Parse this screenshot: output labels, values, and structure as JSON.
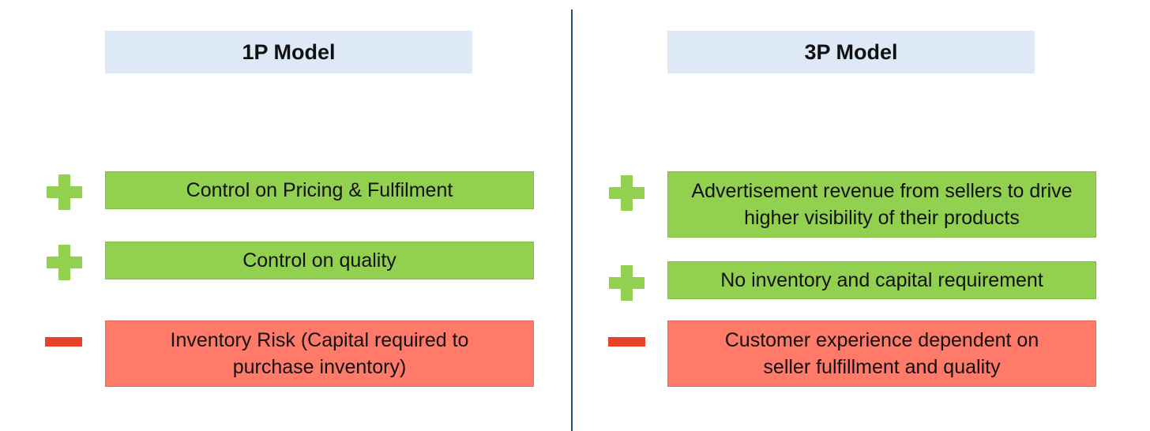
{
  "left": {
    "title": "1P Model",
    "items": [
      {
        "sign": "plus",
        "text": "Control on Pricing & Fulfilment"
      },
      {
        "sign": "plus",
        "text": "Control on quality"
      },
      {
        "sign": "minus",
        "text": "Inventory Risk (Capital required to purchase inventory)"
      }
    ]
  },
  "right": {
    "title": "3P Model",
    "items": [
      {
        "sign": "plus",
        "text": "Advertisement revenue from sellers to drive higher visibility of their products"
      },
      {
        "sign": "plus",
        "text": "No inventory and capital requirement"
      },
      {
        "sign": "minus",
        "text": "Customer experience dependent on seller fulfillment and quality"
      }
    ]
  },
  "colors": {
    "header_bg": "#dde9f6",
    "pro_bg": "#92d050",
    "con_bg": "#ff7a68",
    "plus_icon": "#92d050",
    "minus_icon": "#e8432a",
    "divider": "#1f4e79"
  }
}
